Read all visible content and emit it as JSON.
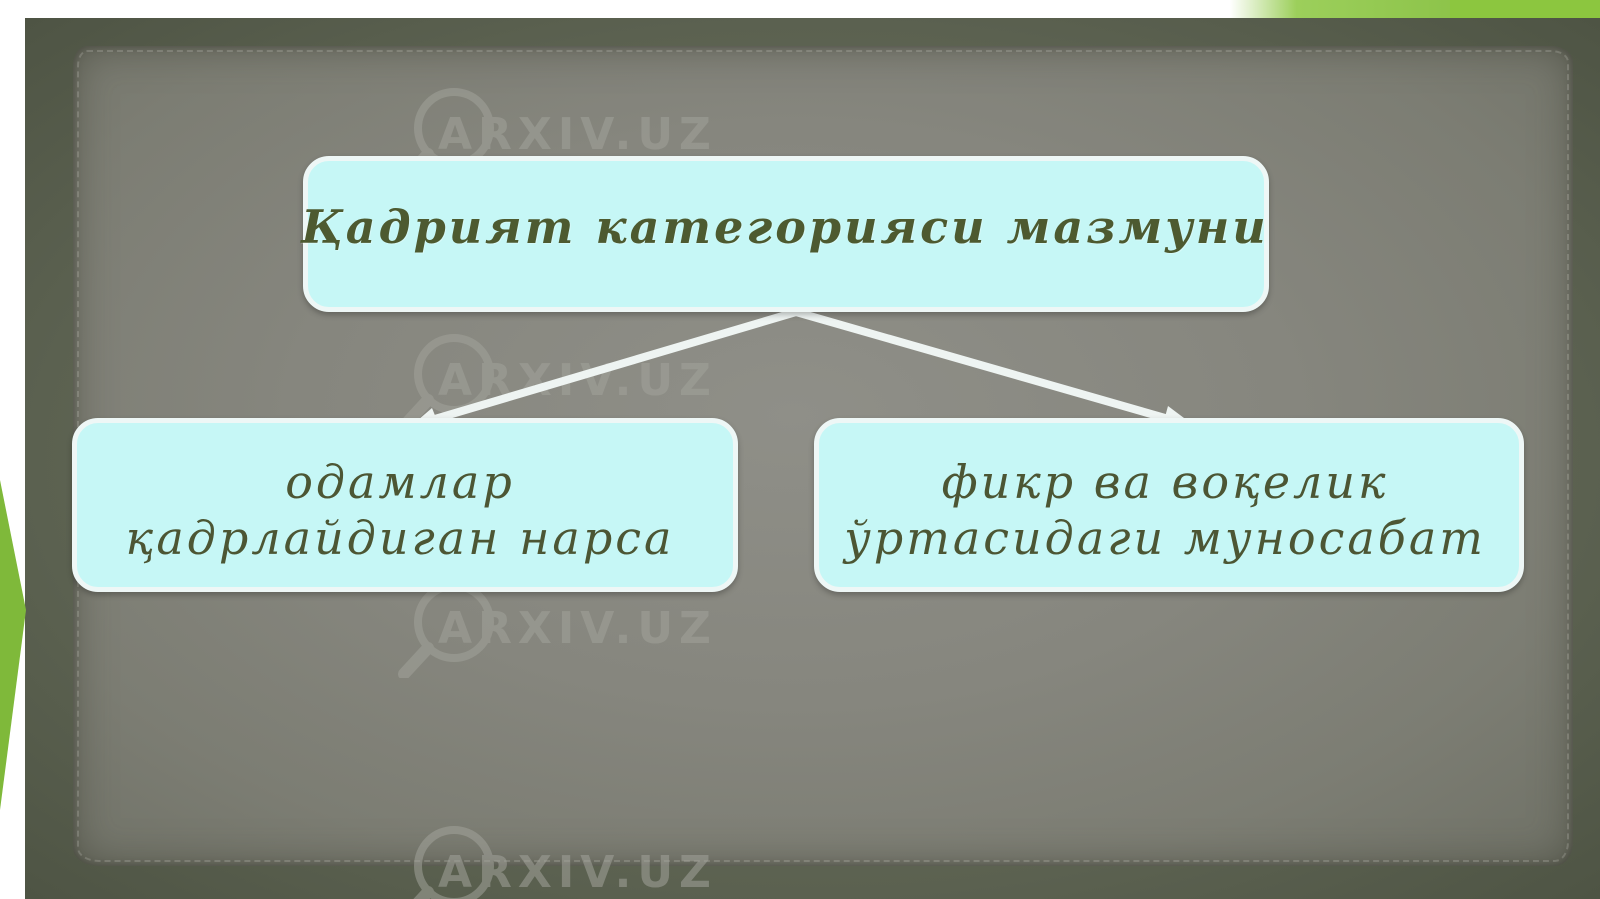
{
  "watermark": {
    "text": "ARXIV.UZ"
  },
  "diagram": {
    "root": {
      "label": "Қадрият категорияси мазмуни"
    },
    "children": [
      {
        "line1": "одамлар",
        "line2": "қадрлайдиган нарса"
      },
      {
        "line1": "фикр ва воқелик",
        "line2": "ўртасидаги муносабат"
      }
    ]
  },
  "colors": {
    "box_fill": "#c6f7f6",
    "box_border": "#eef7f6",
    "text": "#4c5634",
    "accent_green": "#8cc63f",
    "frame": "#5b6150",
    "parchment": "#86867e"
  }
}
